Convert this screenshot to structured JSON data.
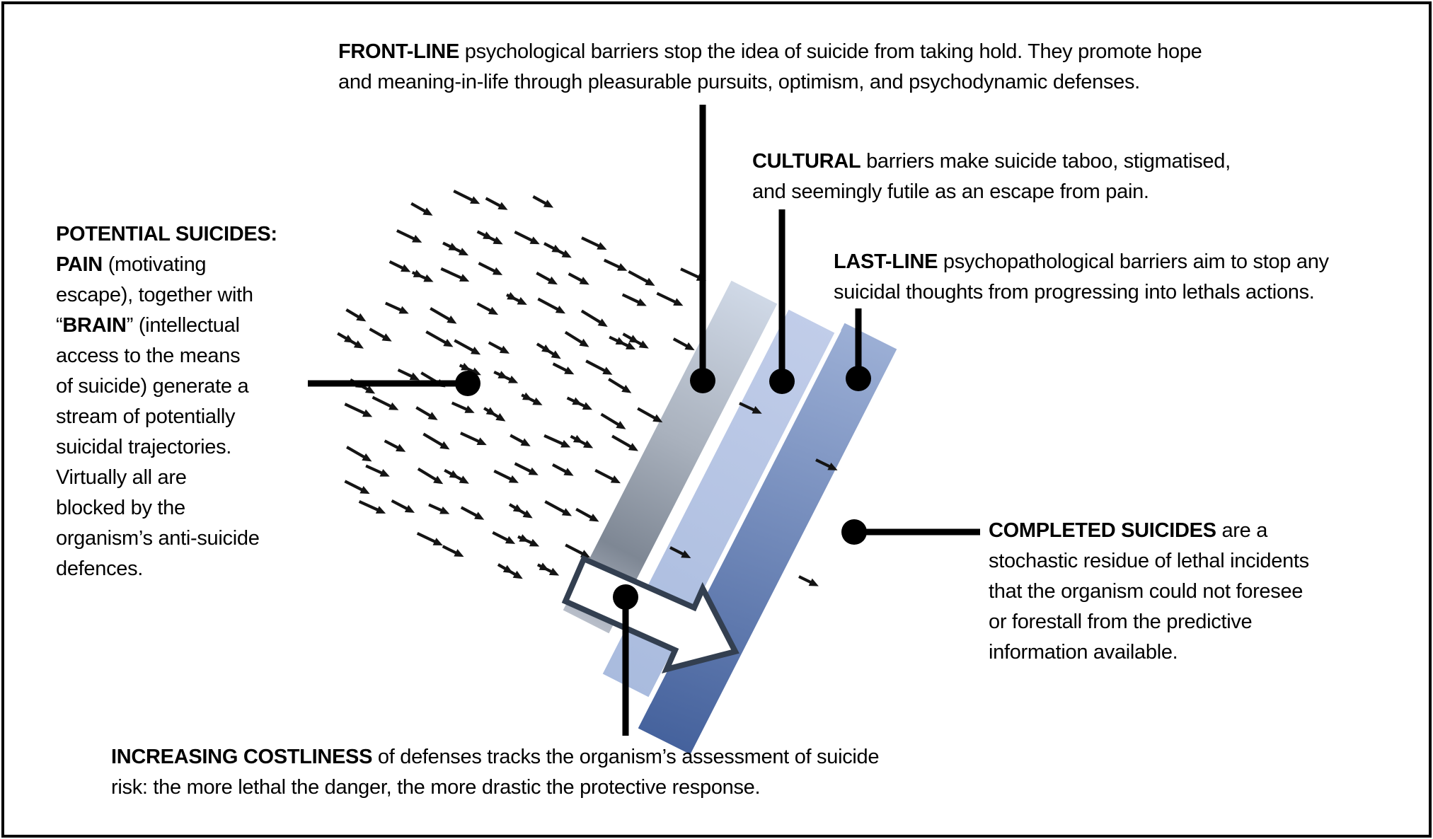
{
  "figure": {
    "kind": "suicide-barrier-defense-diagram",
    "background": "#ffffff",
    "border_color": "#000000"
  },
  "colors": {
    "callout": "#000000",
    "stream_arrow": "#141414",
    "big_arrow_outline": "#333f50",
    "big_arrow_fill": "#ffffff",
    "bar_stroke": "#ffffff",
    "bar1_gradient": [
      "#d0d9e7",
      "#a9b1bd",
      "#7e8794",
      "#bac0cb"
    ],
    "bar2_gradient": [
      "#c1cde9",
      "#a9bbde"
    ],
    "bar3_gradient": [
      "#9db0d6",
      "#44619c"
    ]
  },
  "barriers": [
    {
      "id": "front-line",
      "label": "FRONT-LINE psychological barriers"
    },
    {
      "id": "cultural",
      "label": "CULTURAL barriers"
    },
    {
      "id": "last-line",
      "label": "LAST-LINE psychopathological barriers"
    }
  ],
  "text_blocks": [
    {
      "id": "front-line",
      "lines": [
        [
          {
            "t": "FRONT-LINE",
            "b": 1
          },
          {
            "t": " psychological barriers stop the idea of suicide from taking hold. They promote hope"
          }
        ],
        [
          {
            "t": "and meaning-in-life through pleasurable pursuits, optimism, and psychodynamic defenses."
          }
        ]
      ]
    },
    {
      "id": "cultural",
      "lines": [
        [
          {
            "t": "CULTURAL",
            "b": 1
          },
          {
            "t": " barriers make suicide taboo, stigmatised,"
          }
        ],
        [
          {
            "t": "and seemingly futile as an escape from pain."
          }
        ]
      ]
    },
    {
      "id": "last-line",
      "lines": [
        [
          {
            "t": "LAST-LINE",
            "b": 1
          },
          {
            "t": " psychopathological barriers aim to stop any"
          }
        ],
        [
          {
            "t": "suicidal thoughts from progressing into lethals actions."
          }
        ]
      ]
    },
    {
      "id": "potential",
      "lines": [
        [
          {
            "t": "POTENTIAL SUICIDES:",
            "b": 1
          }
        ],
        [
          {
            "t": "PAIN",
            "b": 1
          },
          {
            "t": " (motivating"
          }
        ],
        [
          {
            "t": "escape), together with"
          }
        ],
        [
          {
            "t": "“"
          },
          {
            "t": "BRAIN",
            "b": 1
          },
          {
            "t": "” (intellectual"
          }
        ],
        [
          {
            "t": "access to the means"
          }
        ],
        [
          {
            "t": "of suicide) generate a"
          }
        ],
        [
          {
            "t": "stream of potentially"
          }
        ],
        [
          {
            "t": "suicidal trajectories."
          }
        ],
        [
          {
            "t": "Virtually all are"
          }
        ],
        [
          {
            "t": "blocked by the"
          }
        ],
        [
          {
            "t": "organism’s anti-suicide"
          }
        ],
        [
          {
            "t": "defences."
          }
        ]
      ]
    },
    {
      "id": "completed",
      "lines": [
        [
          {
            "t": "COMPLETED SUICIDES",
            "b": 1
          },
          {
            "t": " are a"
          }
        ],
        [
          {
            "t": "stochastic residue of lethal incidents"
          }
        ],
        [
          {
            "t": "that the organism could not foresee"
          }
        ],
        [
          {
            "t": "or forestall from the predictive"
          }
        ],
        [
          {
            "t": "information available."
          }
        ]
      ]
    },
    {
      "id": "increasing",
      "lines": [
        [
          {
            "t": "INCREASING COSTLINESS",
            "b": 1
          },
          {
            "t": " of defenses tracks the organism’s assessment of suicide"
          }
        ],
        [
          {
            "t": "risk: the more lethal the danger, the more drastic the protective response."
          }
        ]
      ]
    }
  ]
}
